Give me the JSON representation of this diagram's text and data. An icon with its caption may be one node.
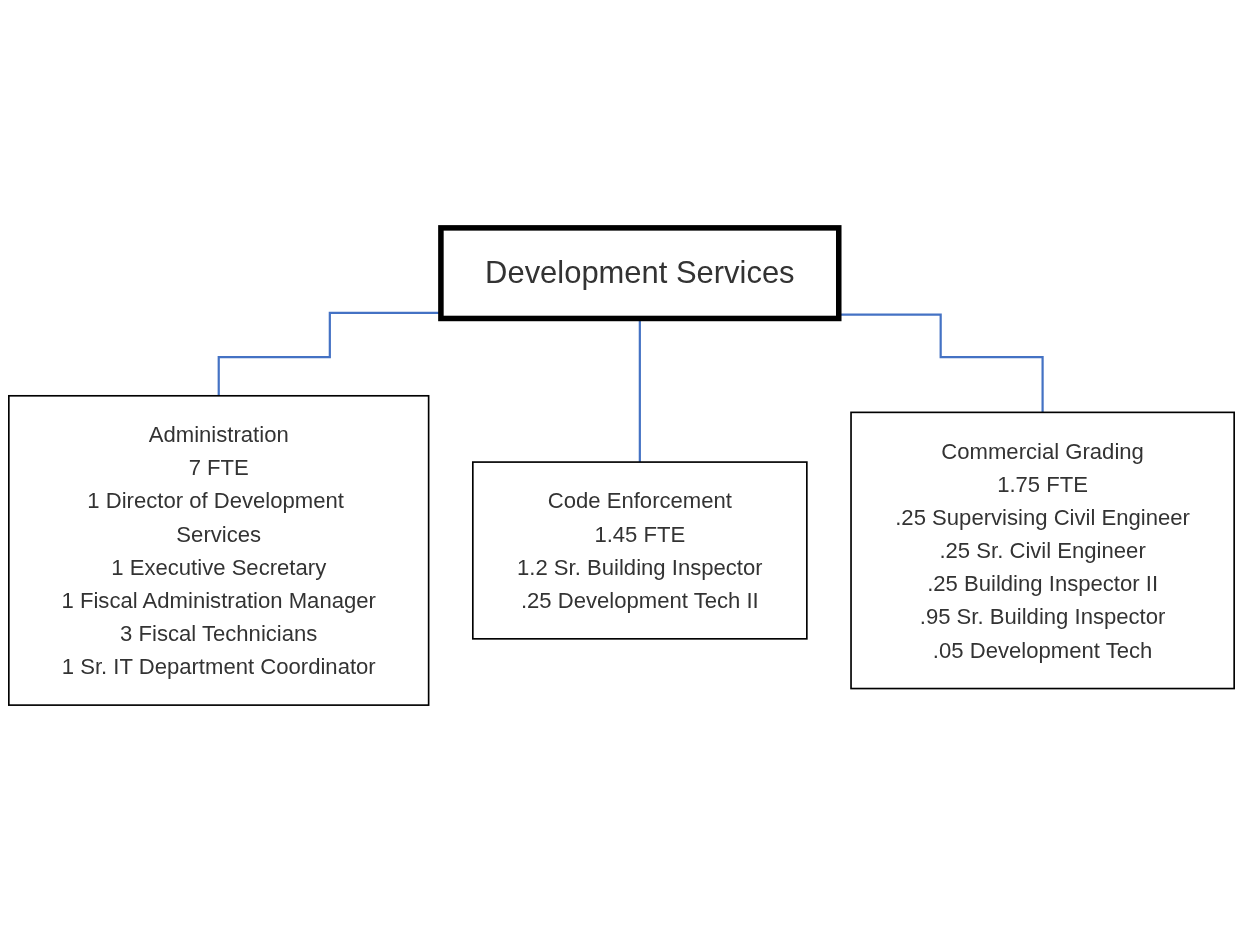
{
  "diagram": {
    "nodes": [
      {
        "text": [
          "Development Services"
        ]
      },
      {
        "text": [
          "Administration",
          "7 FTE",
          "1 Director of Development Services",
          "1 Executive Secretary",
          "1 Fiscal Administration Manager",
          "3 Fiscal Technicians",
          "1 Sr. IT Department Coordinator"
        ]
      },
      {
        "text": [
          "Code Enforcement",
          "1.45 FTE",
          "1.2 Sr. Building Inspector",
          ".25 Development Tech II"
        ]
      },
      {
        "text": [
          "Commercial Grading",
          "1.75 FTE",
          ".25 Supervising Civil Engineer",
          ".25 Sr. Civil Engineer",
          ".25 Building Inspector II",
          ".95 Sr. Building Inspector",
          ".05 Development Tech"
        ]
      }
    ],
    "edges": [
      {
        "from": 0,
        "to": 1,
        "arrow": "none"
      },
      {
        "from": 0,
        "to": 2,
        "arrow": "none"
      },
      {
        "from": 0,
        "to": 3,
        "arrow": "none"
      }
    ]
  }
}
